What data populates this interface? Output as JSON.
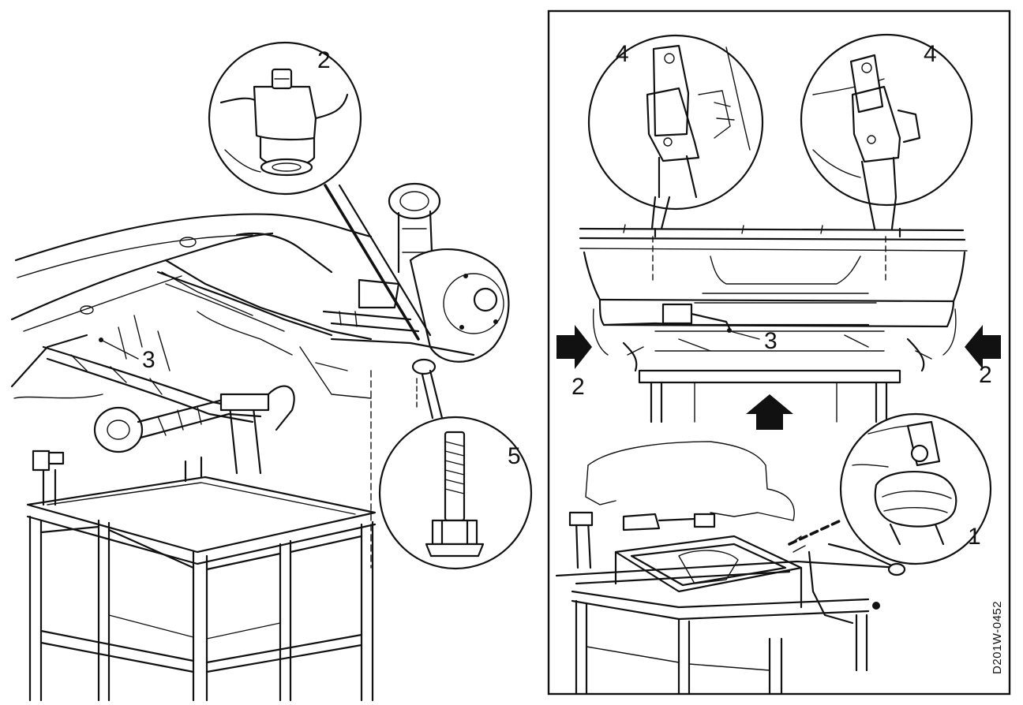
{
  "left_panel": {
    "callouts": {
      "detail_a": "2",
      "crossmember": "3",
      "detail_b": "5"
    }
  },
  "right_panel": {
    "callouts": {
      "detail_left": "4",
      "detail_right": "4",
      "support": "3",
      "arrow_left": "2",
      "arrow_right": "2",
      "detail_bottom": "1"
    },
    "figure_code": "D201W-0452"
  }
}
